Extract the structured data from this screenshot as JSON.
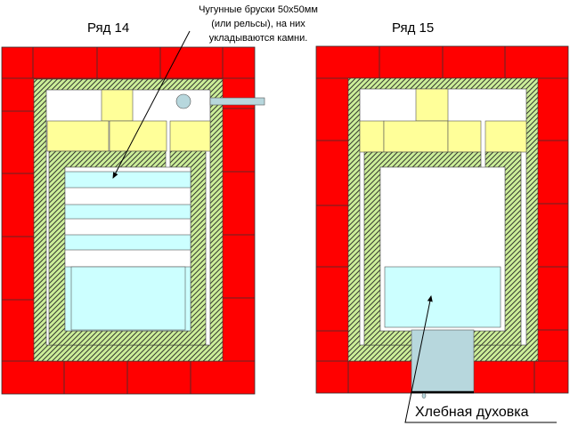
{
  "rows": [
    {
      "title": "Ряд 14"
    },
    {
      "title": "Ряд 15"
    }
  ],
  "annotations": {
    "bars_note": [
      "Чугунные бруски 50х50мм",
      "(или рельсы), на них",
      "укладываются камни."
    ],
    "oven_note": "Хлебная духовка"
  },
  "colors": {
    "brick": "#ff0000",
    "firebrick": "#ffff99",
    "hatch_bg": "#ccee99",
    "water": "#ccffff",
    "oven": "#b7d7dd"
  }
}
